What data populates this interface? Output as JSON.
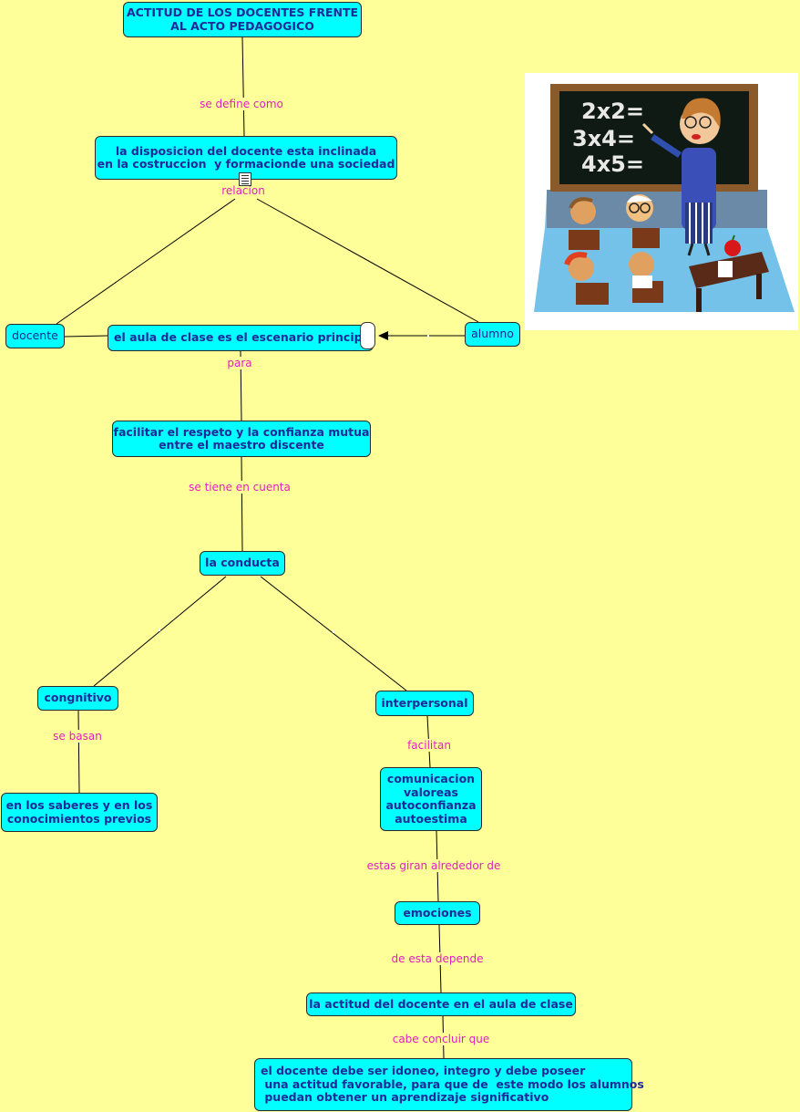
{
  "nodes": {
    "title": "ACTITUD DE LOS DOCENTES FRENTE\nAL ACTO PEDAGOGICO",
    "disposicion": "la disposicion del docente esta inclinada\nen la costruccion  y formacionde una sociedad",
    "docente": "docente",
    "aula": "el aula de clase es el escenario principal",
    "alumno": "alumno",
    "facilitar": "facilitar el respeto y la confianza mutua\nentre el maestro discente",
    "conducta": "la conducta",
    "congnitivo": "congnitivo",
    "interpersonal": "interpersonal",
    "saberes": "en los saberes y en los\nconocimientos previos",
    "comunicacion": "comunicacion\nvaloreas\nautoconfianza\nautoestima",
    "emociones": "emociones",
    "actitud": "la actitud del docente en el aula de clase",
    "conclusion": "el docente debe ser idoneo, integro y debe poseer\n una actitud favorable, para que de  este modo los alumnos\n puedan obtener un aprendizaje significativo"
  },
  "links": {
    "se_define_como": "se define como",
    "relacion": "relacion",
    "para": "para",
    "se_tiene_en_cuenta": "se tiene en cuenta",
    "se_basan": "se basan",
    "facilitan": "facilitan",
    "estas_giran": "estas giran alrededor de",
    "de_esta_depende": "de esta depende",
    "cabe_concluir": "cabe concluir que"
  },
  "illustration": {
    "board_lines": [
      "2x2=",
      "3x4=",
      "4x5="
    ]
  },
  "colors": {
    "background": "#ffff99",
    "node_fill": "#00ffff",
    "node_text": "#1e2a9a",
    "link_label": "#e020c0",
    "line": "#000000"
  }
}
